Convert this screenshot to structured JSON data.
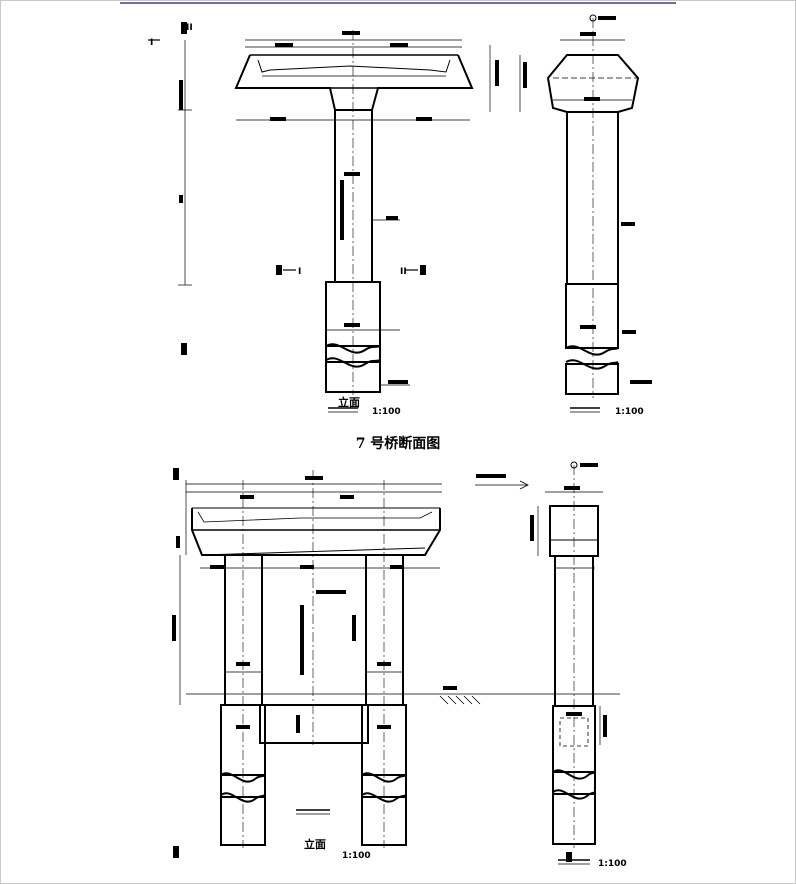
{
  "drawing": {
    "caption": "7 号桥断面图",
    "views": [
      {
        "id": "top-front",
        "title": "立面",
        "scale": "1:100"
      },
      {
        "id": "top-side",
        "title": "",
        "scale": "1:100"
      },
      {
        "id": "bottom-front",
        "title": "立面",
        "scale": "1:100"
      },
      {
        "id": "bottom-side",
        "title": "",
        "scale": "1:100"
      }
    ],
    "section_marks": [
      "I",
      "I",
      "II",
      "II"
    ]
  },
  "colors": {
    "line": "#000000",
    "header_rule": "#1a1a66",
    "frame": "#b0b0b0"
  }
}
